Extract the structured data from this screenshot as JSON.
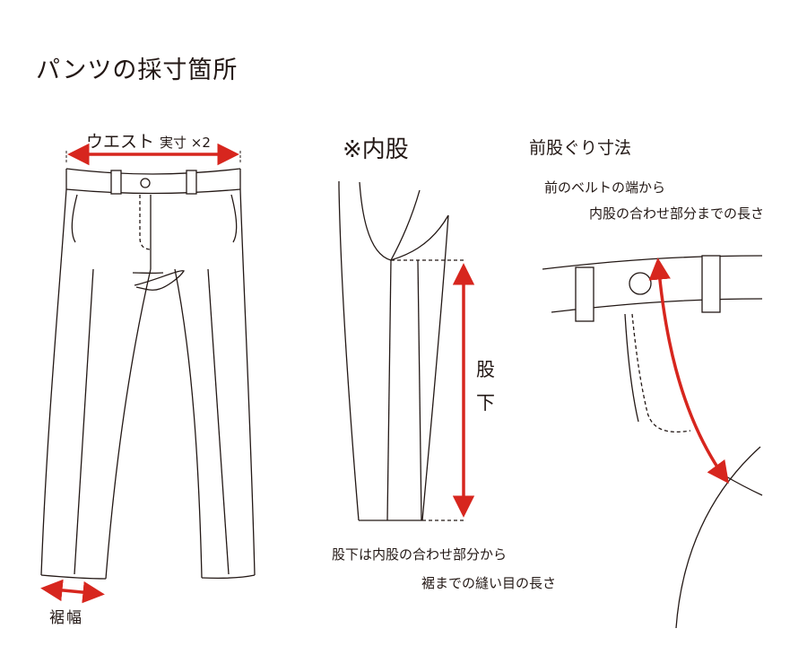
{
  "title": "パンツの採寸箇所",
  "waist": {
    "label": "ウエスト",
    "sub": "実寸 ×2"
  },
  "hem": {
    "label": "裾幅"
  },
  "inseam": {
    "title": "※内股",
    "vertical_1": "股",
    "vertical_2": "下",
    "desc_line1": "股下は内股の合わせ部分から",
    "desc_line2": "裾までの縫い目の長さ"
  },
  "rise": {
    "title": "前股ぐり寸法",
    "desc_line1": "前のベルトの端から",
    "desc_line2": "内股の合わせ部分までの長さ"
  },
  "colors": {
    "line": "#231815",
    "measure": "#d7261e"
  }
}
